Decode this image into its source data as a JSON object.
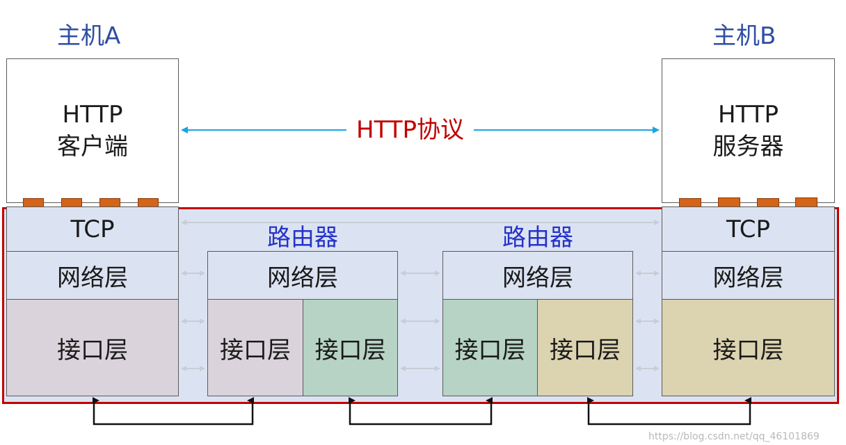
{
  "hostA": {
    "title": "主机A",
    "app_line1": "HTTP",
    "app_line2": "客户端",
    "tcp": "TCP",
    "network": "网络层",
    "interface": "接口层"
  },
  "hostB": {
    "title": "主机B",
    "app_line1": "HTTP",
    "app_line2": "服务器",
    "tcp": "TCP",
    "network": "网络层",
    "interface": "接口层"
  },
  "protocol_label": "HTTP协议",
  "router1": {
    "title": "路由器",
    "network": "网络层",
    "interface_left": "接口层",
    "interface_right": "接口层"
  },
  "router2": {
    "title": "路由器",
    "network": "网络层",
    "interface_left": "接口层",
    "interface_right": "接口层"
  },
  "colors": {
    "host_title": "#2f4ea2",
    "router_title": "#2632c8",
    "protocol": "#c00000",
    "arrow_blue": "#1aa4e0",
    "border_red": "#c40000",
    "port": "#d46418",
    "layer_blue": "#dbe3f2",
    "interface_pink": "#dbd3db",
    "interface_green": "#b6d3c5",
    "interface_tan": "#dcd3b0"
  },
  "watermark": "https://blog.csdn.net/qq_46101869"
}
